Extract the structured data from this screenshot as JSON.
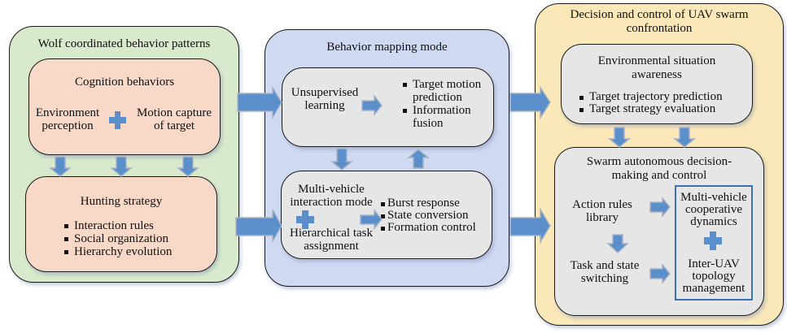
{
  "colors": {
    "arrow_fill": "#5b8fcc",
    "arrow_outline": "#a8b4c4",
    "panel_green": "#d9e9cc",
    "panel_blue": "#cfd9f1",
    "panel_yellow": "#fbe8b8",
    "box_salmon": "#f8d8c6",
    "box_grey": "#e6e6e6",
    "accent_border": "#3b6fb6"
  },
  "left_panel": {
    "title": "Wolf coordinated behavior patterns",
    "cognition": {
      "title": "Cognition behaviors",
      "left_line1": "Environment",
      "left_line2": "perception",
      "right_line1": "Motion capture",
      "right_line2": "of target"
    },
    "hunting": {
      "title": "Hunting strategy",
      "items": [
        "Interaction rules",
        "Social organization",
        "Hierarchy evolution"
      ]
    }
  },
  "middle_panel": {
    "title": "Behavior mapping mode",
    "upper": {
      "left_line1": "Unsupervised",
      "left_line2": "learning",
      "items": [
        {
          "line1": "Target motion",
          "line2": "prediction"
        },
        {
          "line1": "Information",
          "line2": "fusion"
        }
      ]
    },
    "lower": {
      "top_line1": "Multi-vehicle",
      "top_line2": "interaction mode",
      "bottom_line1": "Hierarchical task",
      "bottom_line2": "assignment",
      "items": [
        "Burst response",
        "State conversion",
        "Formation control"
      ]
    }
  },
  "right_panel": {
    "title_line1": "Decision and control of UAV swarm",
    "title_line2": "confrontation",
    "environment": {
      "title_line1": "Environmental situation",
      "title_line2": "awareness",
      "items": [
        "Target trajectory prediction",
        "Target strategy evaluation"
      ]
    },
    "swarm": {
      "title_line1": "Swarm autonomous decision-",
      "title_line2": "making and control",
      "action_line1": "Action rules",
      "action_line2": "library",
      "task_line1": "Task and state",
      "task_line2": "switching",
      "coop_line1": "Multi-vehicle",
      "coop_line2": "cooperative",
      "coop_line3": "dynamics",
      "topo_line1": "Inter-UAV",
      "topo_line2": "topology",
      "topo_line3": "management"
    }
  }
}
